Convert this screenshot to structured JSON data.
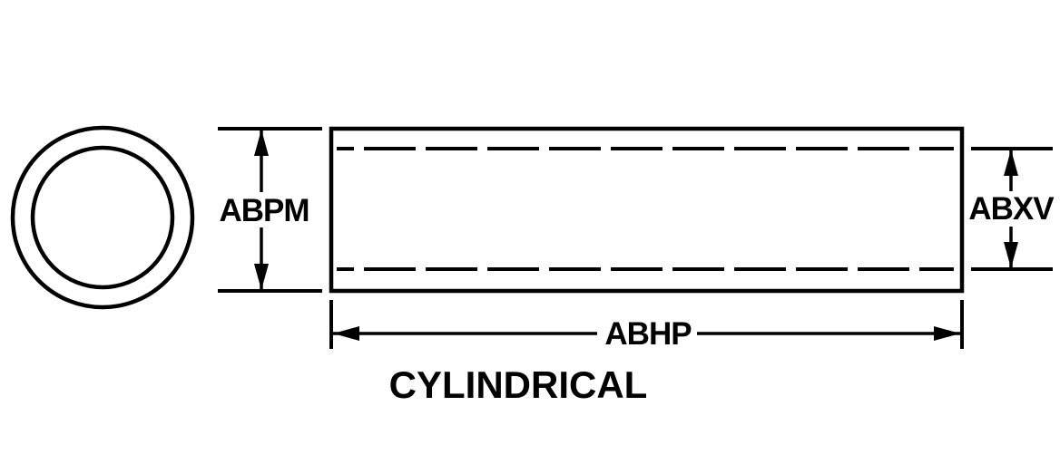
{
  "drawing": {
    "caption": "CYLINDRICAL",
    "ink_color": "#000000",
    "background_color": "#ffffff",
    "dimensions": {
      "outside_diameter_label": "ABPM",
      "inside_diameter_label": "ABXV",
      "length_label": "ABHP"
    }
  }
}
